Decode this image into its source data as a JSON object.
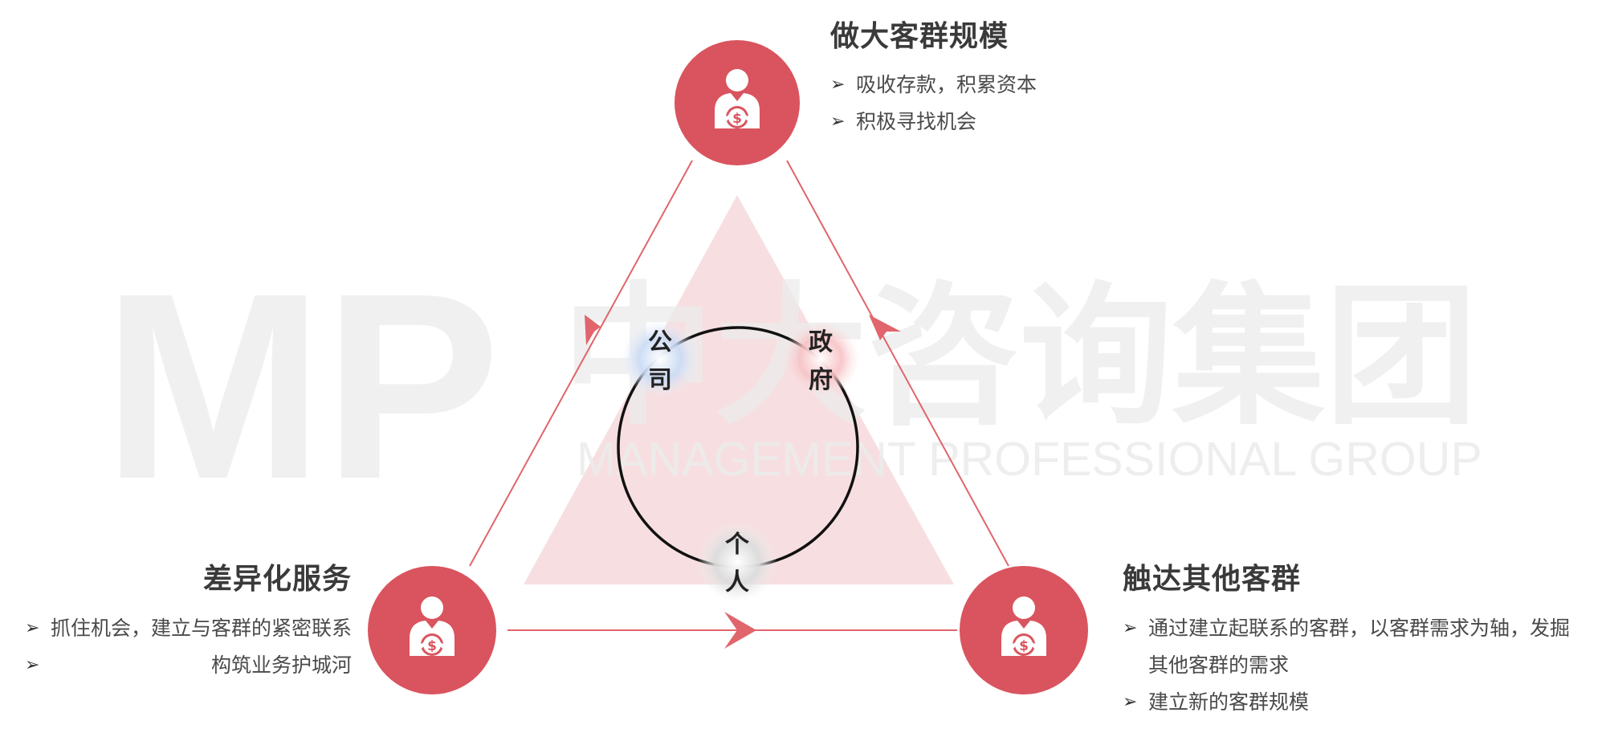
{
  "watermark": {
    "logo_text": "MP",
    "name_cn": "中大咨询集团",
    "name_en": "MANAGEMENT PROFESSIONAL GROUP"
  },
  "colors": {
    "accent": "#d9545e",
    "line": "#e0656c",
    "watermark_triangle": "#f6d9dc",
    "watermark_text": "#eeeeee",
    "company_glow": "#bcd2f2",
    "government_glow": "#f6b9bd",
    "individual_glow": "#d9d9d9"
  },
  "top": {
    "title": "做大客群规模",
    "bullets": [
      "吸收存款，积累资本",
      "积极寻找机会"
    ],
    "icon": "banker-money-icon"
  },
  "left": {
    "title": "差异化服务",
    "bullets": [
      "抓住机会，建立与客群的紧密联系",
      "构筑业务护城河"
    ],
    "icon": "banker-money-icon"
  },
  "right": {
    "title": "触达其他客群",
    "bullets": [
      "通过建立起联系的客群，以客群需求为轴，发掘",
      "其他客群的需求",
      "建立新的客群规模"
    ],
    "icon": "banker-money-icon"
  },
  "center": {
    "company": "公司",
    "government": "政府",
    "individual": "个人"
  }
}
